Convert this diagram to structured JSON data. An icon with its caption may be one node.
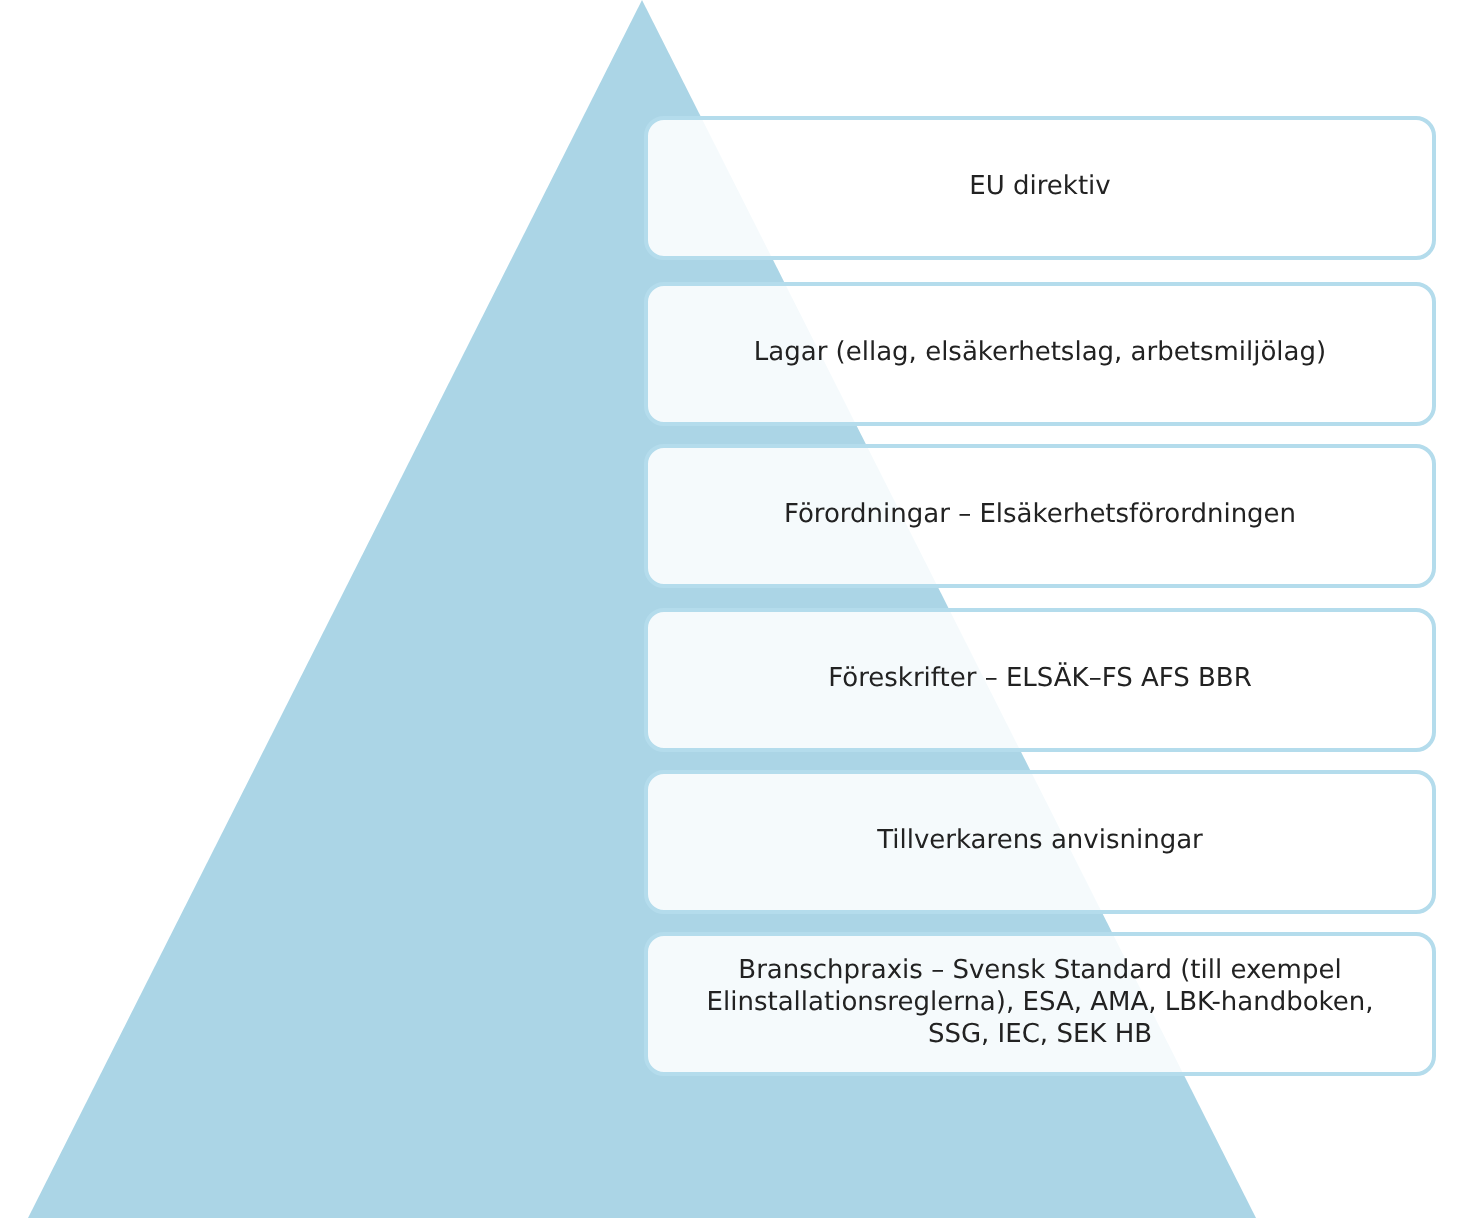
{
  "diagram": {
    "nodes": [
      {
        "text": [],
        "shape": "triangle"
      },
      {
        "text": [
          "EU direktiv"
        ]
      },
      {
        "text": [
          "Lagar (ellag, elsäkerhetslag, arbetsmiljölag)"
        ]
      },
      {
        "text": [
          "Förordningar – Elsäkerhetsförordningen"
        ]
      },
      {
        "text": [
          "Föreskrifter – ELSÄK–FS AFS BBR"
        ]
      },
      {
        "text": [
          "Tillverkarens anvisningar"
        ]
      },
      {
        "text": [
          "Branschpraxis – Svensk Standard (till exempel Elinstallationsreglerna), ESA, AMA, LBK-handboken, SSG, IEC, SEK HB"
        ]
      }
    ]
  }
}
